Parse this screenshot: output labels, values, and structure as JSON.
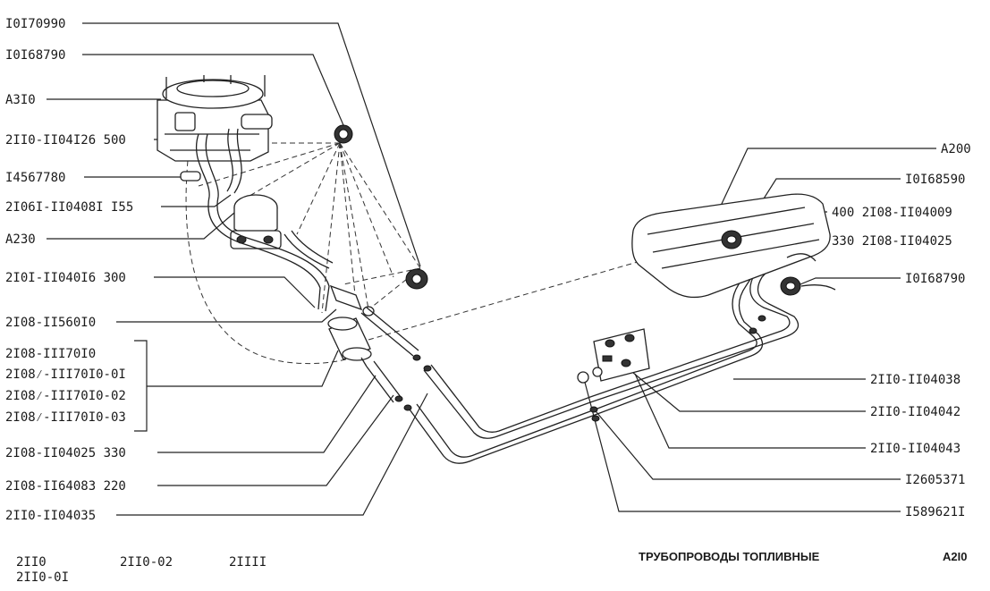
{
  "callouts_left": [
    "I0I70990",
    "I0I68790",
    "A3I0",
    "2II0-II04I26 500",
    "I4567780",
    "2I06I-II0408I I55",
    "A230",
    "2I0I-II040I6 300",
    "2I08-II560I0",
    "2I08-III70I0",
    "2I08⁄-III70I0-0I",
    "2I08⁄-III70I0-02",
    "2I08⁄-III70I0-03",
    "2I08-II04025 330",
    "2I08-II64083 220",
    "2II0-II04035"
  ],
  "callouts_right": [
    "A200",
    "I0I68590",
    "400 2I08-II04009",
    "330 2I08-II04025",
    "I0I68790",
    "2II0-II04038",
    "2II0-II04042",
    "2II0-II04043",
    "I2605371",
    "I589621I"
  ],
  "footer": {
    "model_1": "2II0",
    "model_1b": "2II0-0I",
    "model_2": "2II0-02",
    "model_3": "2IIII",
    "title": "ТРУБОПРОВОДЫ ТОПЛИВНЫЕ",
    "sheet": "A2I0"
  }
}
